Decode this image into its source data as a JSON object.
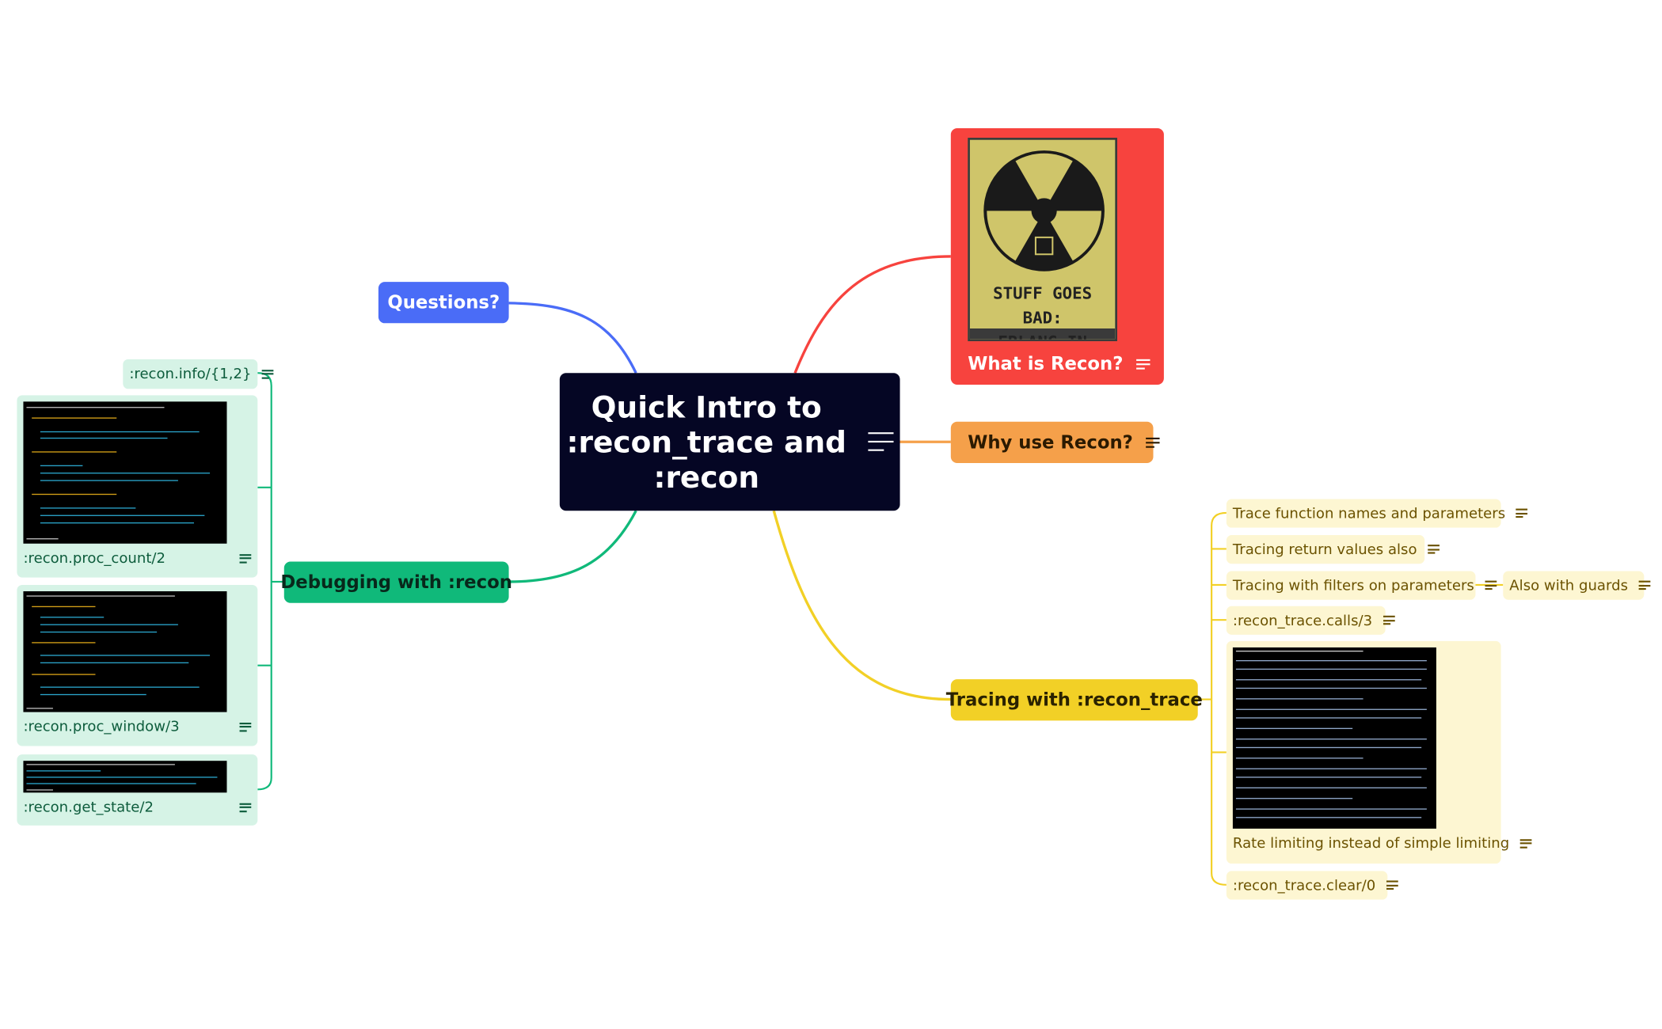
{
  "root": {
    "title": "Quick Intro to\n:recon_trace and\n:recon"
  },
  "branches": {
    "questions": {
      "label": "Questions?",
      "color": "#4A6CF7"
    },
    "what_is_recon": {
      "label": "What is Recon?",
      "color": "#F7433E",
      "poster_text": [
        "STUFF GOES BAD:",
        "ERLANG IN ANGER"
      ]
    },
    "why_use_recon": {
      "label": "Why use Recon?",
      "color": "#F5A04A"
    },
    "debugging": {
      "label": "Debugging with :recon",
      "color": "#10B97A",
      "children": [
        ":recon.info/{1,2}",
        ":recon.proc_count/2",
        ":recon.proc_window/3",
        ":recon.get_state/2"
      ]
    },
    "tracing": {
      "label": "Tracing with :recon_trace",
      "color": "#F2D026",
      "children": [
        "Trace function names and parameters",
        "Tracing return values also",
        "Tracing with filters on parameters",
        ":recon_trace.calls/3",
        "Rate limiting instead of simple limiting",
        ":recon_trace.clear/0"
      ],
      "grandchild": "Also with guards"
    }
  }
}
